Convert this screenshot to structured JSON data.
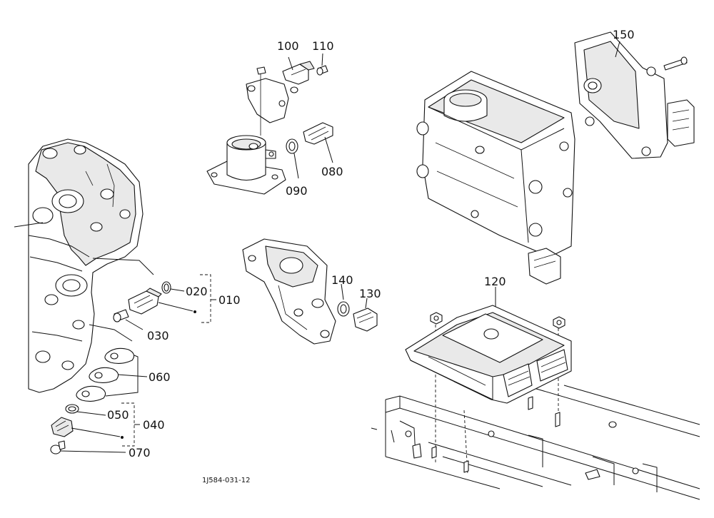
{
  "labels": {
    "p010": "010",
    "p020": "020",
    "p030": "030",
    "p040": "040",
    "p050": "050",
    "p060": "060",
    "p070": "070",
    "p080": "080",
    "p090": "090",
    "p100": "100",
    "p110": "110",
    "p120": "120",
    "p130": "130",
    "p140": "140",
    "p150": "150"
  },
  "drawing_code": "1J584-031-12"
}
